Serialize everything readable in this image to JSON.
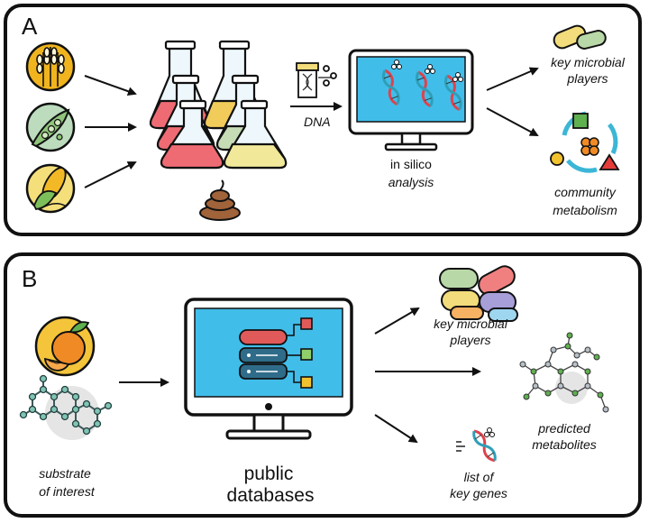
{
  "panel_a": {
    "letter": "A",
    "arrow_label": "DNA",
    "analysis_line1": "in silico",
    "analysis_line2": "analysis",
    "output_players_line1": "key microbial",
    "output_players_line2": "players",
    "output_metabolism_line1": "community",
    "output_metabolism_line2": "metabolism"
  },
  "panel_b": {
    "letter": "B",
    "substrate_line1": "substrate",
    "substrate_line2": "of interest",
    "databases_line1": "public",
    "databases_line2": "databases",
    "output_players_line1": "key microbial",
    "output_players_line2": "players",
    "output_metabolites_line1": "predicted",
    "output_metabolites_line2": "metabolites",
    "output_genes_line1": "list of",
    "output_genes_line2": "key genes"
  },
  "colors": {
    "border": "#111111",
    "screen": "#41bdea",
    "flask_red": "#ef6b73",
    "flask_yellow": "#f2cc5a",
    "flask_green": "#c6dcb5",
    "flask_light_yellow": "#f1e89a",
    "grain_bg": "#f0b41e",
    "pea_bg": "#bcdcbd",
    "corn_bg": "#f4df7a",
    "orange_bg": "#f4c43a",
    "orange_fruit": "#f08a24",
    "poop": "#a0633a",
    "pill_yellow": "#f2dc7b",
    "pill_green": "#b9d8a8",
    "pill_red": "#f08080",
    "pill_purple": "#a79fd8",
    "pill_orange": "#f6b162",
    "pill_blue": "#9fd6ef",
    "cycle_arrow": "#3cb6d6",
    "square_green": "#5fb04f",
    "triangle_red": "#e53b3b",
    "circle_yellow": "#f2c12e",
    "cluster_orange": "#f08a24",
    "db_red": "#e05a5a",
    "db_teal": "#2f6c8a",
    "dna_red": "#e0424c",
    "dna_teal": "#2f9fb7",
    "node_green": "#5fb04f",
    "node_grey": "#b7c0c8"
  }
}
